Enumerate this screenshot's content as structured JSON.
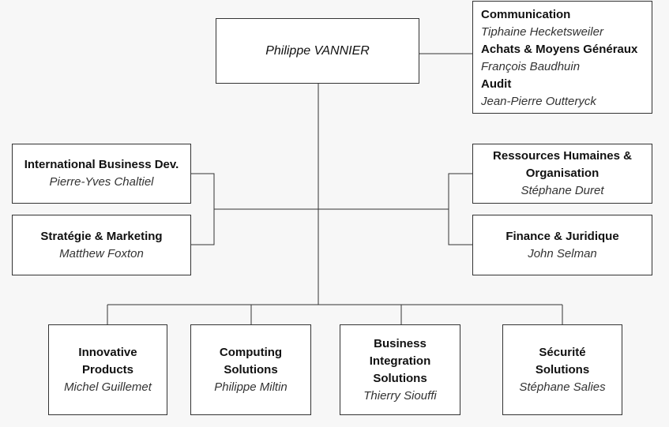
{
  "ceo": {
    "name": "Philippe VANNIER"
  },
  "staff": [
    {
      "title": "Communication",
      "name": "Tiphaine Hecketsweiler"
    },
    {
      "title": "Achats & Moyens Généraux",
      "name": "François Baudhuin"
    },
    {
      "title": "Audit",
      "name": "Jean-Pierre Outteryck"
    }
  ],
  "left_units": [
    {
      "title": "International Business Dev.",
      "name": "Pierre-Yves Chaltiel"
    },
    {
      "title": "Stratégie  & Marketing",
      "name": "Matthew Foxton"
    }
  ],
  "right_units": [
    {
      "title_line1": "Ressources Humaines &",
      "title_line2": "Organisation",
      "name": "Stéphane Duret"
    },
    {
      "title": "Finance & Juridique",
      "name": "John Selman"
    }
  ],
  "divisions": [
    {
      "title_line1": "Innovative",
      "title_line2": "Products",
      "name": "Michel Guillemet"
    },
    {
      "title_line1": "Computing",
      "title_line2": "Solutions",
      "name": "Philippe Miltin"
    },
    {
      "title_line1": "Business",
      "title_line2": "Integration",
      "title_line3": "Solutions",
      "name": "Thierry Siouffi"
    },
    {
      "title_line1": "Sécurité",
      "title_line2": "Solutions",
      "name": "Stéphane Salies"
    }
  ],
  "colors": {
    "background": "#f7f7f7",
    "box_fill": "#ffffff",
    "line": "#333333"
  }
}
